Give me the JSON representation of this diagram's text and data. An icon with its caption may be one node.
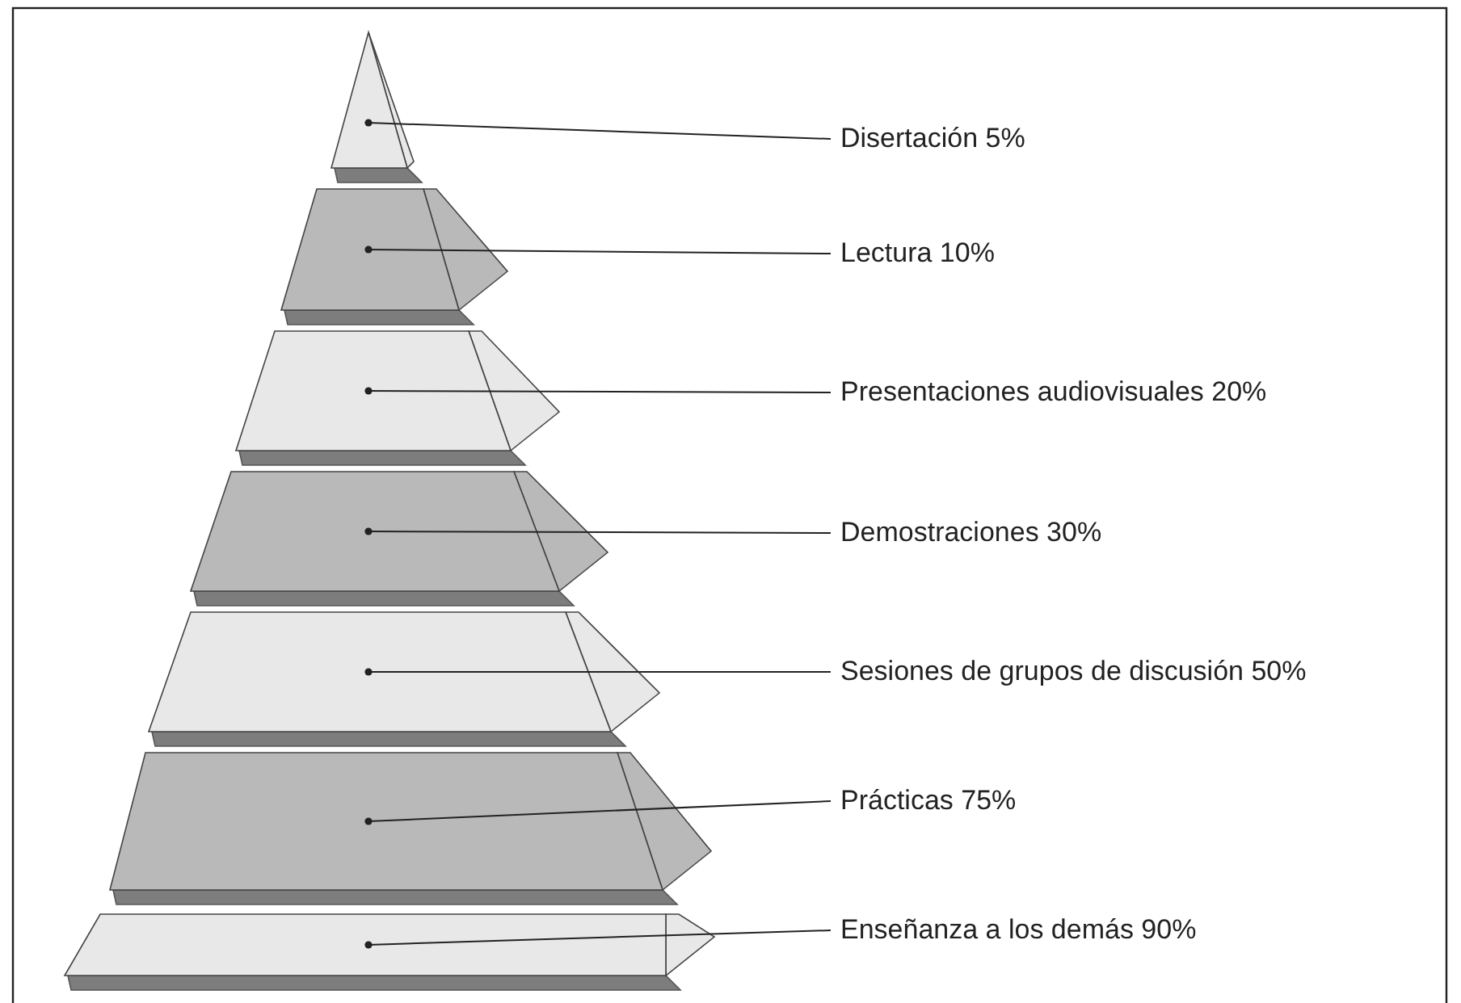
{
  "diagram": {
    "nodes": [
      {
        "text": [],
        "shape": "triangle"
      },
      {
        "text": [
          "Disertación 5%"
        ]
      },
      {
        "text": [],
        "shape": "trapezoid"
      },
      {
        "text": [
          "Lectura 10%"
        ]
      },
      {
        "text": [],
        "shape": "trapezoid"
      },
      {
        "text": [
          "Presentaciones audiovisuales 20%"
        ]
      },
      {
        "text": [],
        "shape": "trapezoid"
      },
      {
        "text": [
          "Demostraciones 30%"
        ]
      },
      {
        "text": [],
        "shape": "trapezoid"
      },
      {
        "text": [
          "Sesiones de grupos de discusión 50%"
        ]
      },
      {
        "text": [],
        "shape": "trapezoid"
      },
      {
        "text": [
          "Prácticas 75%"
        ]
      },
      {
        "text": [],
        "shape": "trapezoid"
      },
      {
        "text": [
          "Enseñanza a los demás 90%"
        ]
      }
    ],
    "edges": [
      {
        "from": 1,
        "to": 0,
        "arrow": "other"
      },
      {
        "from": 3,
        "to": 2,
        "arrow": "other"
      },
      {
        "from": 5,
        "to": 4,
        "arrow": "other"
      },
      {
        "from": 7,
        "to": 6,
        "arrow": "other"
      },
      {
        "from": 9,
        "to": 8,
        "arrow": "other"
      },
      {
        "from": 11,
        "to": 10,
        "arrow": "other"
      },
      {
        "from": 13,
        "to": 12,
        "arrow": "other"
      }
    ]
  }
}
